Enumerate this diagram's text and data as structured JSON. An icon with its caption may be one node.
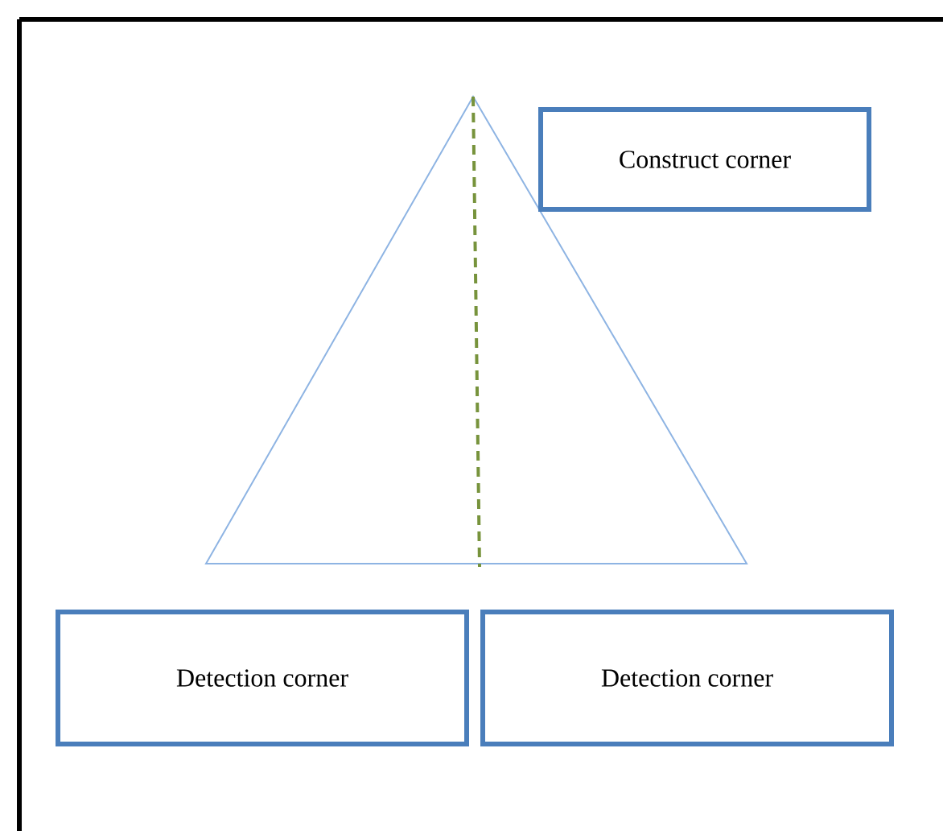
{
  "diagram": {
    "nodes": [
      {
        "text": [
          "Construct corner"
        ]
      },
      {
        "text": [
          "Detection corner"
        ]
      },
      {
        "text": [
          "Detection corner"
        ]
      }
    ]
  }
}
